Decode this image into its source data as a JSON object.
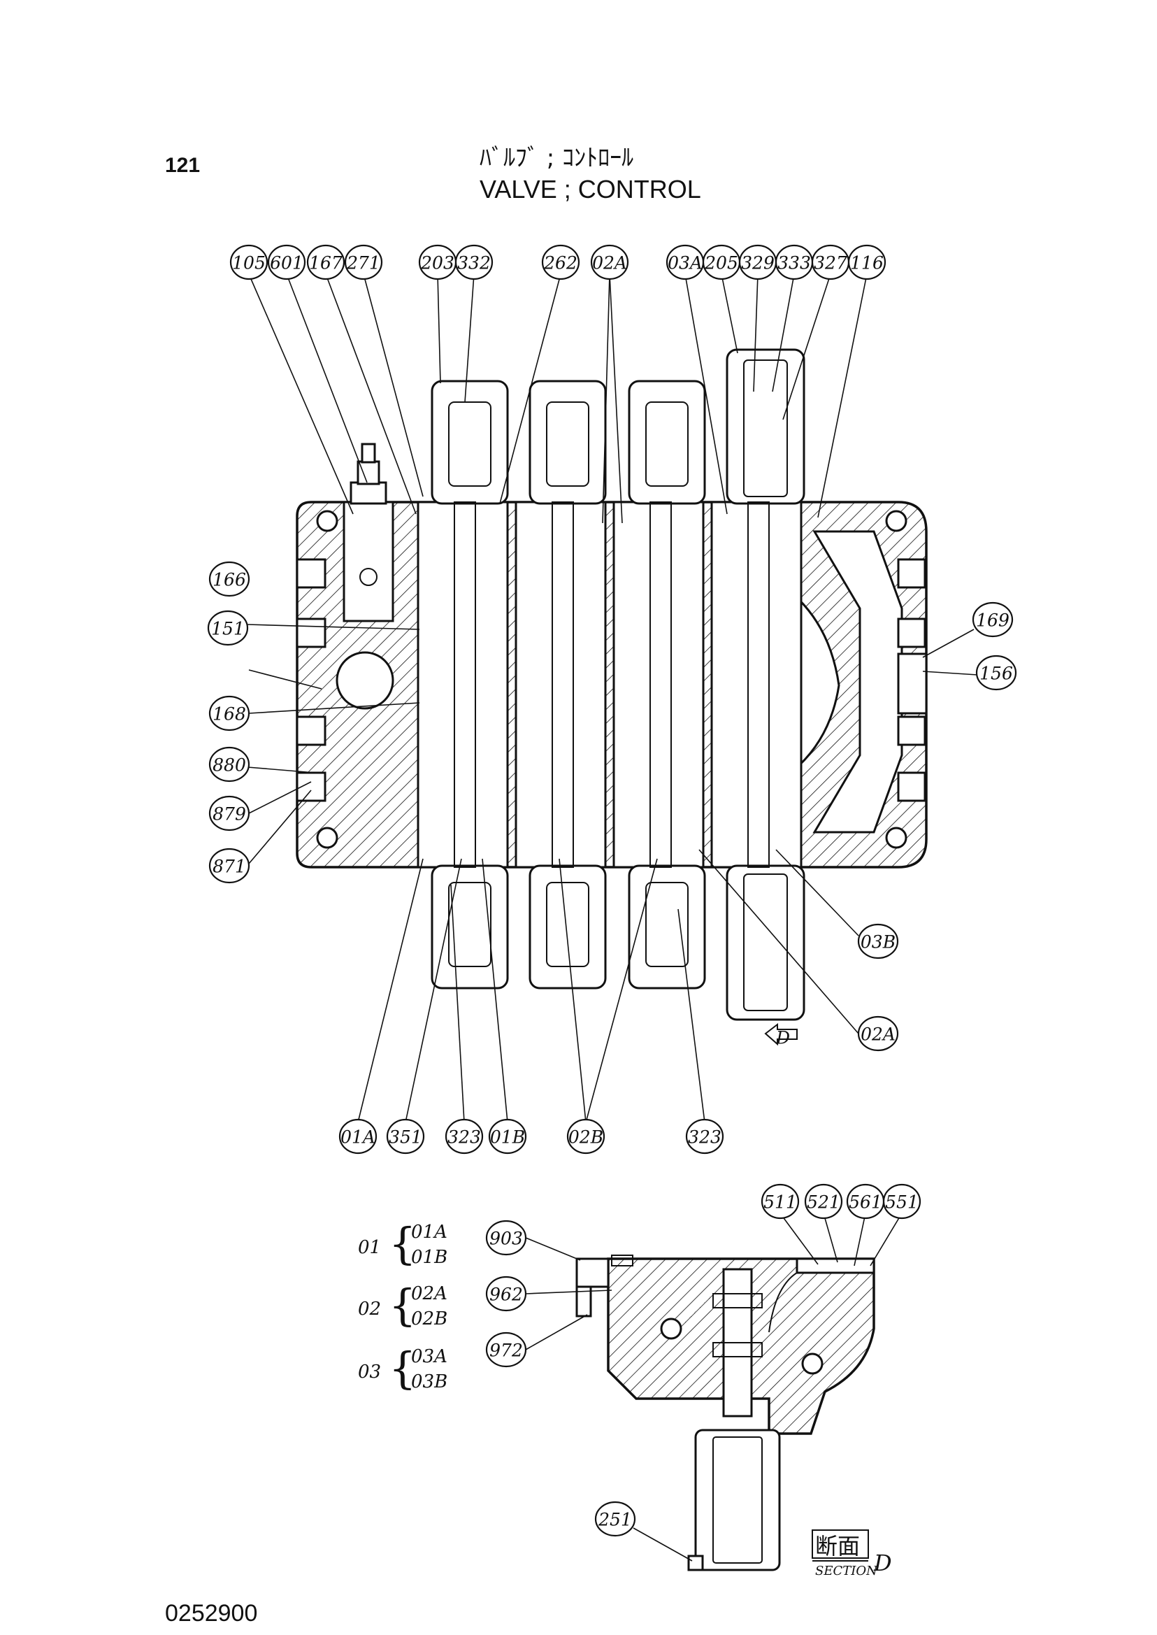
{
  "header": {
    "page_number": "121",
    "title_jp": "ﾊﾞﾙﾌﾞ ; ｺﾝﾄﾛｰﾙ",
    "title_en": "VALVE ; CONTROL"
  },
  "footer": {
    "doc_code": "0252900"
  },
  "callouts_top": [
    "105",
    "601",
    "167",
    "271",
    "203",
    "332",
    "262",
    "02A",
    "03A",
    "205",
    "329",
    "333",
    "327",
    "116"
  ],
  "callouts_left": [
    "166",
    "151",
    "168",
    "880",
    "879",
    "871"
  ],
  "callouts_right": [
    "169",
    "156",
    "03B",
    "02A"
  ],
  "callouts_bottom": [
    "01A",
    "351",
    "323",
    "01B",
    "02B",
    "323"
  ],
  "callouts_section": [
    "511",
    "521",
    "561",
    "551",
    "903",
    "962",
    "972",
    "251"
  ],
  "view_arrow_label": "D",
  "legend": [
    {
      "group": "01",
      "parts": [
        "01A",
        "01B"
      ]
    },
    {
      "group": "02",
      "parts": [
        "02A",
        "02B"
      ]
    },
    {
      "group": "03",
      "parts": [
        "03A",
        "03B"
      ]
    }
  ],
  "section_label": {
    "jp": "断面",
    "en": "SECTION",
    "letter": "D"
  }
}
